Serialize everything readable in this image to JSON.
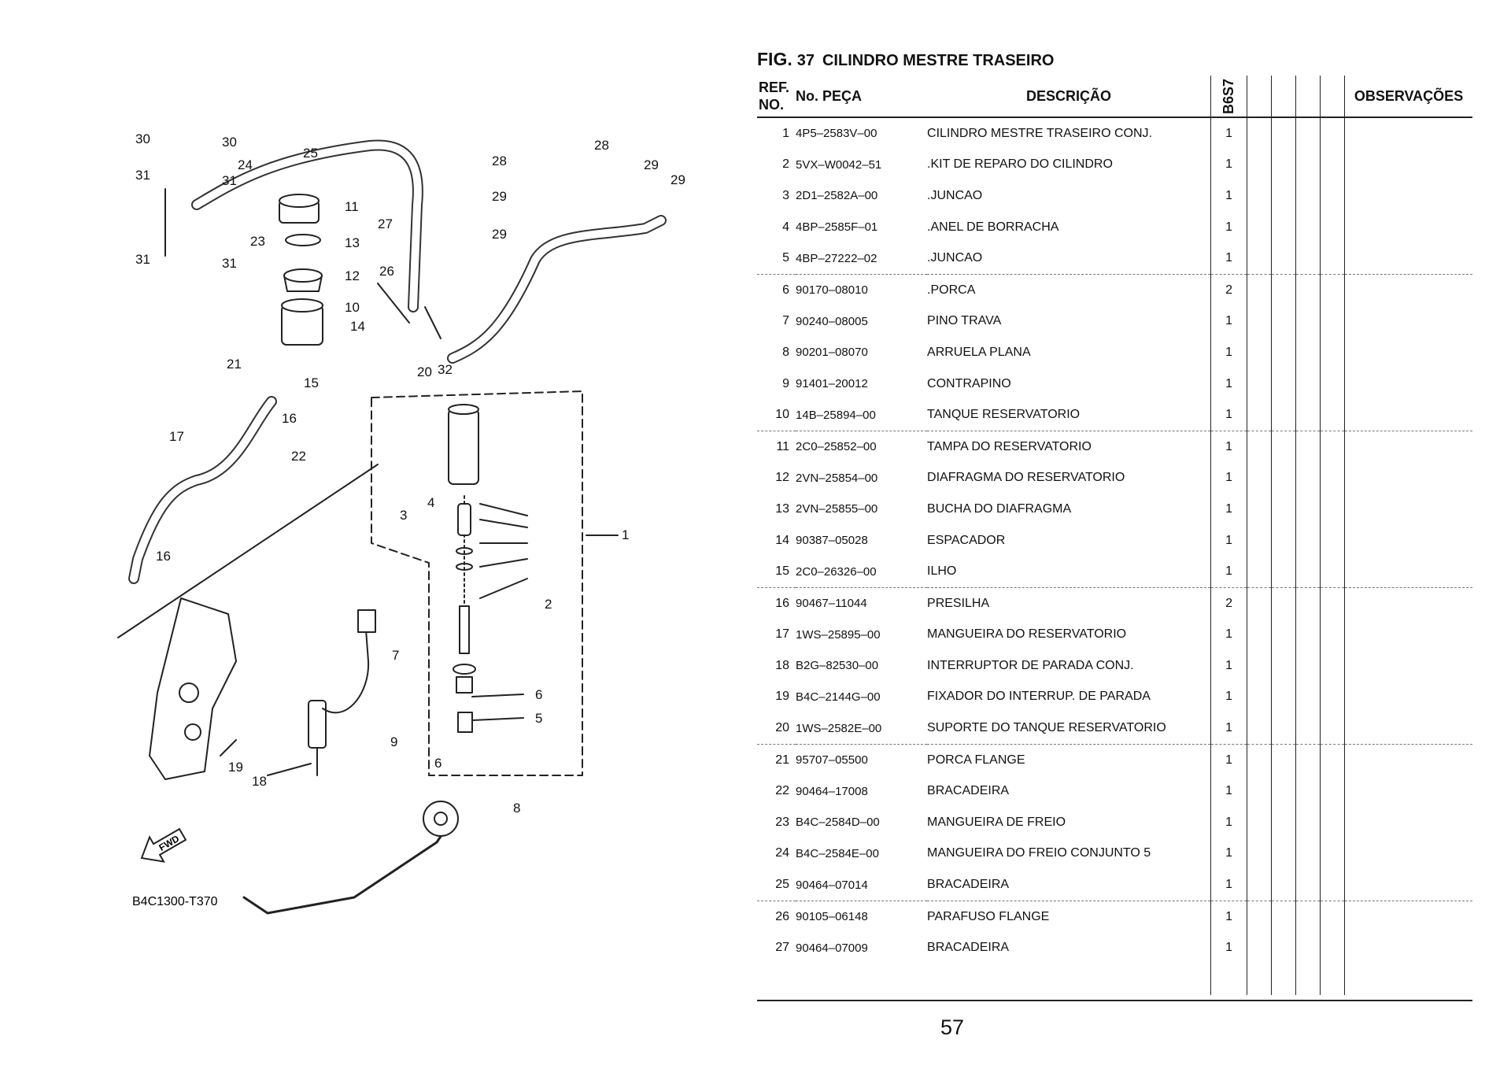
{
  "figure": {
    "prefix": "FIG.",
    "number": "37",
    "title": "CILINDRO MESTRE TRASEIRO",
    "code": "B4C1300-T370",
    "fwd_label": "FWD"
  },
  "table": {
    "headers": {
      "ref": "REF. NO.",
      "part": "No. PEÇA",
      "desc": "DESCRIÇÃO",
      "model": "B6S7",
      "obs": "OBSERVAÇÕES"
    },
    "rows": [
      {
        "ref": "1",
        "part": "4P5–2583V–00",
        "desc": "CILINDRO MESTRE TRASEIRO CONJ.",
        "qty": "1"
      },
      {
        "ref": "2",
        "part": "5VX–W0042–51",
        "desc": ".KIT DE REPARO DO CILINDRO",
        "qty": "1"
      },
      {
        "ref": "3",
        "part": "2D1–2582A–00",
        "desc": ".JUNCAO",
        "qty": "1"
      },
      {
        "ref": "4",
        "part": "4BP–2585F–01",
        "desc": ".ANEL DE BORRACHA",
        "qty": "1"
      },
      {
        "ref": "5",
        "part": "4BP–27222–02",
        "desc": ".JUNCAO",
        "qty": "1"
      },
      {
        "ref": "6",
        "part": "90170–08010",
        "desc": ".PORCA",
        "qty": "2"
      },
      {
        "ref": "7",
        "part": "90240–08005",
        "desc": "PINO TRAVA",
        "qty": "1"
      },
      {
        "ref": "8",
        "part": "90201–08070",
        "desc": "ARRUELA PLANA",
        "qty": "1"
      },
      {
        "ref": "9",
        "part": "91401–20012",
        "desc": "CONTRAPINO",
        "qty": "1"
      },
      {
        "ref": "10",
        "part": "14B–25894–00",
        "desc": "TANQUE RESERVATORIO",
        "qty": "1"
      },
      {
        "ref": "11",
        "part": "2C0–25852–00",
        "desc": "TAMPA DO RESERVATORIO",
        "qty": "1"
      },
      {
        "ref": "12",
        "part": "2VN–25854–00",
        "desc": "DIAFRAGMA DO RESERVATORIO",
        "qty": "1"
      },
      {
        "ref": "13",
        "part": "2VN–25855–00",
        "desc": "BUCHA DO DIAFRAGMA",
        "qty": "1"
      },
      {
        "ref": "14",
        "part": "90387–05028",
        "desc": "ESPACADOR",
        "qty": "1"
      },
      {
        "ref": "15",
        "part": "2C0–26326–00",
        "desc": "ILHO",
        "qty": "1"
      },
      {
        "ref": "16",
        "part": "90467–11044",
        "desc": "PRESILHA",
        "qty": "2"
      },
      {
        "ref": "17",
        "part": "1WS–25895–00",
        "desc": "MANGUEIRA DO RESERVATORIO",
        "qty": "1"
      },
      {
        "ref": "18",
        "part": "B2G–82530–00",
        "desc": "INTERRUPTOR DE PARADA CONJ.",
        "qty": "1"
      },
      {
        "ref": "19",
        "part": "B4C–2144G–00",
        "desc": "FIXADOR DO INTERRUP. DE PARADA",
        "qty": "1"
      },
      {
        "ref": "20",
        "part": "1WS–2582E–00",
        "desc": "SUPORTE DO TANQUE RESERVATORIO",
        "qty": "1"
      },
      {
        "ref": "21",
        "part": "95707–05500",
        "desc": "PORCA FLANGE",
        "qty": "1"
      },
      {
        "ref": "22",
        "part": "90464–17008",
        "desc": "BRACADEIRA",
        "qty": "1"
      },
      {
        "ref": "23",
        "part": "B4C–2584D–00",
        "desc": "MANGUEIRA DE FREIO",
        "qty": "1"
      },
      {
        "ref": "24",
        "part": "B4C–2584E–00",
        "desc": "MANGUEIRA DO FREIO CONJUNTO 5",
        "qty": "1"
      },
      {
        "ref": "25",
        "part": "90464–07014",
        "desc": "BRACADEIRA",
        "qty": "1"
      },
      {
        "ref": "26",
        "part": "90105–06148",
        "desc": "PARAFUSO FLANGE",
        "qty": "1"
      },
      {
        "ref": "27",
        "part": "90464–07009",
        "desc": "BRACADEIRA",
        "qty": "1"
      }
    ]
  },
  "callouts": [
    "1",
    "2",
    "3",
    "4",
    "5",
    "6",
    "6",
    "7",
    "8",
    "9",
    "10",
    "11",
    "12",
    "13",
    "14",
    "15",
    "16",
    "16",
    "17",
    "18",
    "19",
    "20",
    "21",
    "22",
    "23",
    "24",
    "25",
    "26",
    "27",
    "28",
    "29",
    "29",
    "29",
    "30",
    "30",
    "31",
    "31",
    "31",
    "31",
    "32"
  ],
  "page_number": "57"
}
